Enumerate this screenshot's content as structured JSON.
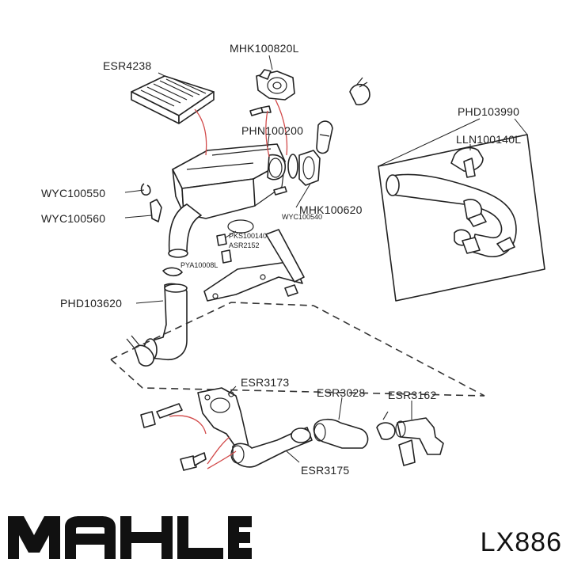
{
  "labels": {
    "esr4238": "ESR4238",
    "mhk100820l": "MHK100820L",
    "phn100200": "PHN100200",
    "phd103990": "PHD103990",
    "lln100140l": "LLN100140L",
    "wyc100550": "WYC100550",
    "wyc100560": "WYC100560",
    "wyc100540": "WYC100540",
    "mhk100620": "MHK100620",
    "pks100140": "PKS100140",
    "asr2152": "ASR2152",
    "pya10008l": "PYA10008L",
    "phd103620": "PHD103620",
    "esr3173": "ESR3173",
    "esr3028": "ESR3028",
    "esr3162": "ESR3162",
    "esr3175": "ESR3175"
  },
  "brand": "MAHLE",
  "model": "LX886",
  "colors": {
    "brand": "#111111",
    "leader_lines": "#d24a4a",
    "outline": "#222222"
  }
}
